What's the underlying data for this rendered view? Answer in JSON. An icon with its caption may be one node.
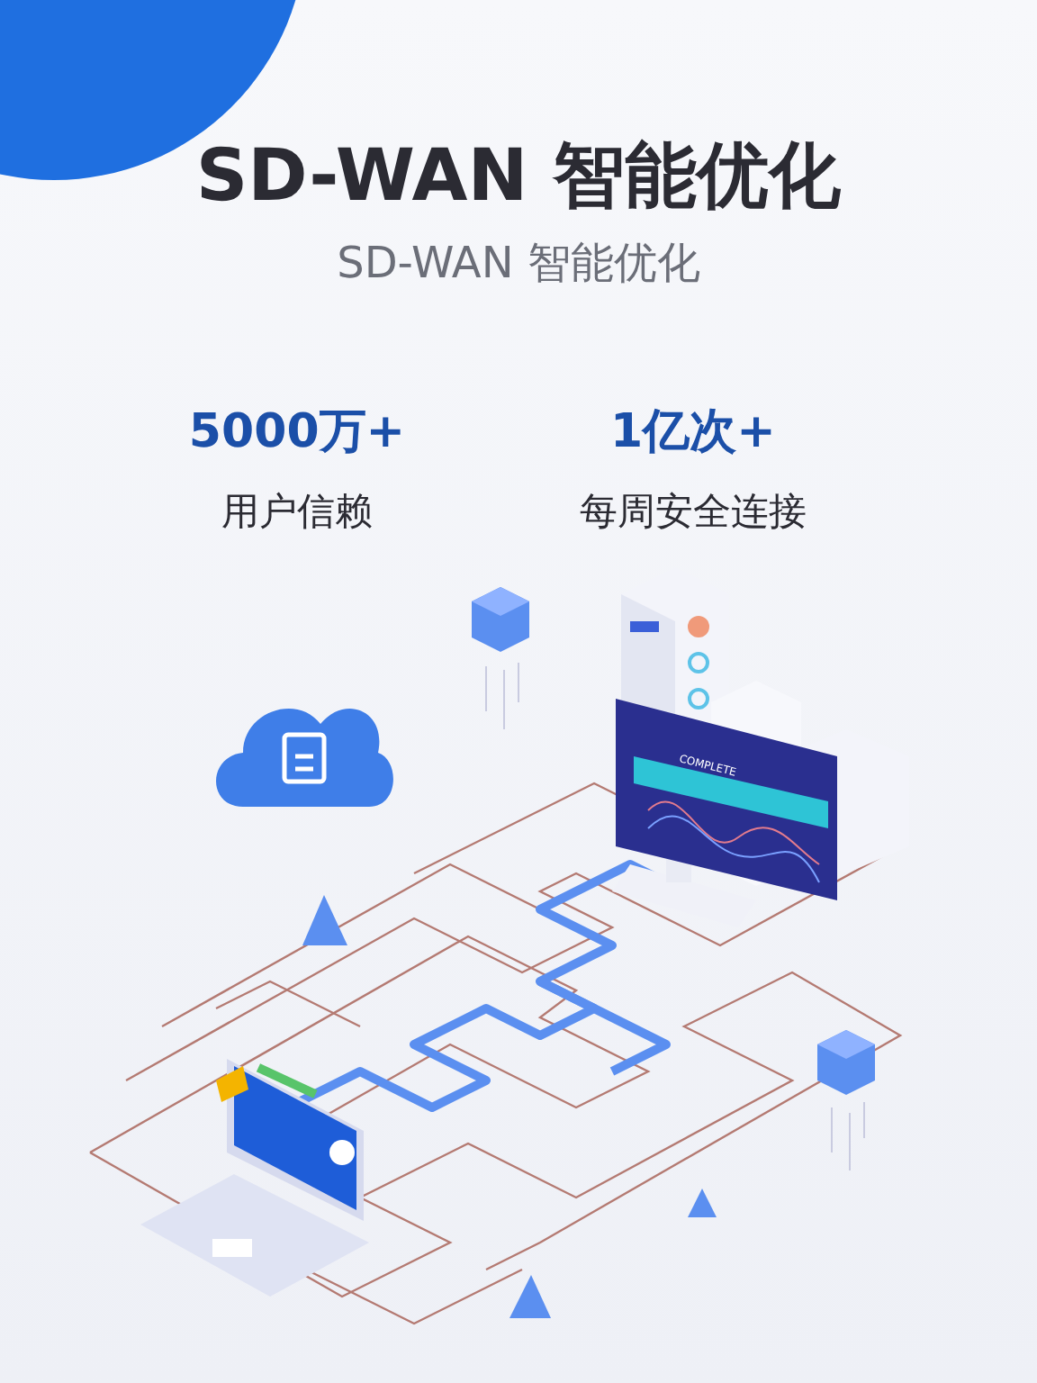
{
  "diagram": {
    "title": "SD-WAN 智能优化",
    "labels": [
      "SD-WAN 智能优化",
      "5000万+",
      "用户信赖",
      "1亿次+",
      "每周安全连接",
      "COMPLETE"
    ]
  }
}
